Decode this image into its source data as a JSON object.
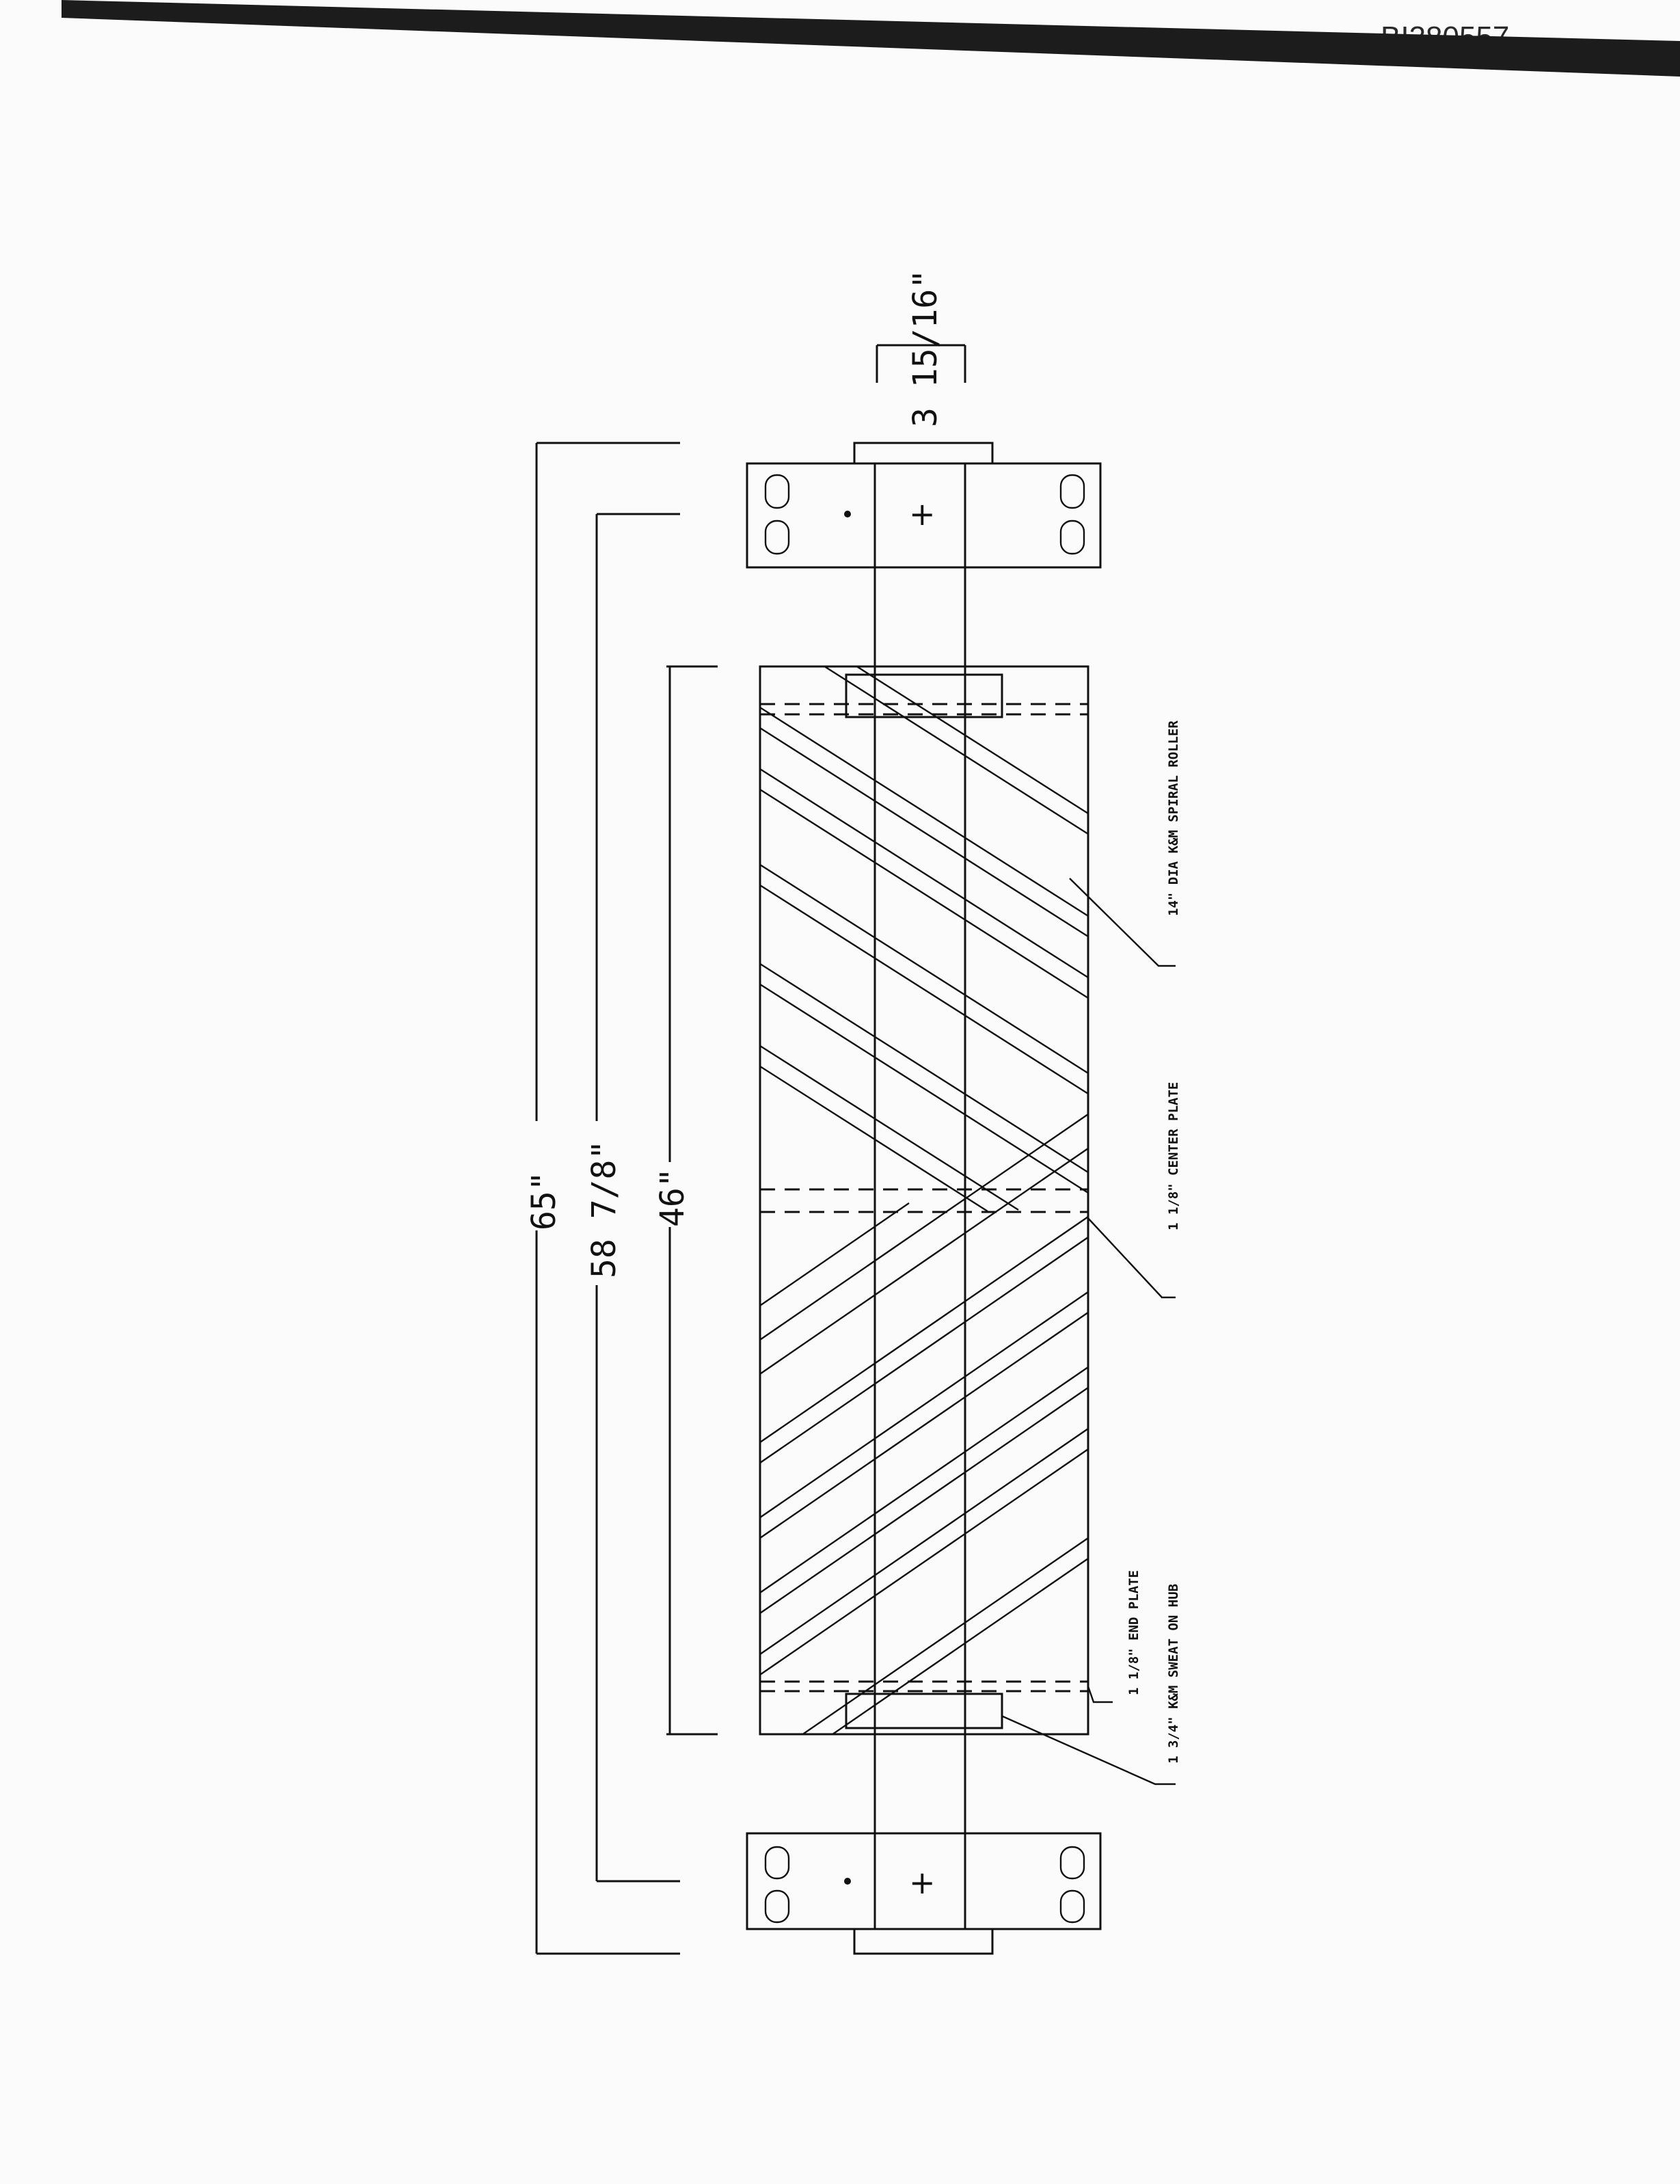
{
  "document_id": "BI380557",
  "dimensions": {
    "overall": "65\"",
    "bearing_centers": "58 7/8\"",
    "roller_face": "46\"",
    "shaft_dia": "3 15/16\""
  },
  "callouts": {
    "spiral_roller": "14\" DIA K&M SPIRAL ROLLER",
    "center_plate": "1 1/8\" CENTER PLATE",
    "end_plate": "1 1/8\" END PLATE",
    "sweat_hub": "1 3/4\"  K&M SWEAT ON HUB"
  },
  "symbols": {
    "bearing_center_mark": "+",
    "bearing_dot": "·"
  }
}
